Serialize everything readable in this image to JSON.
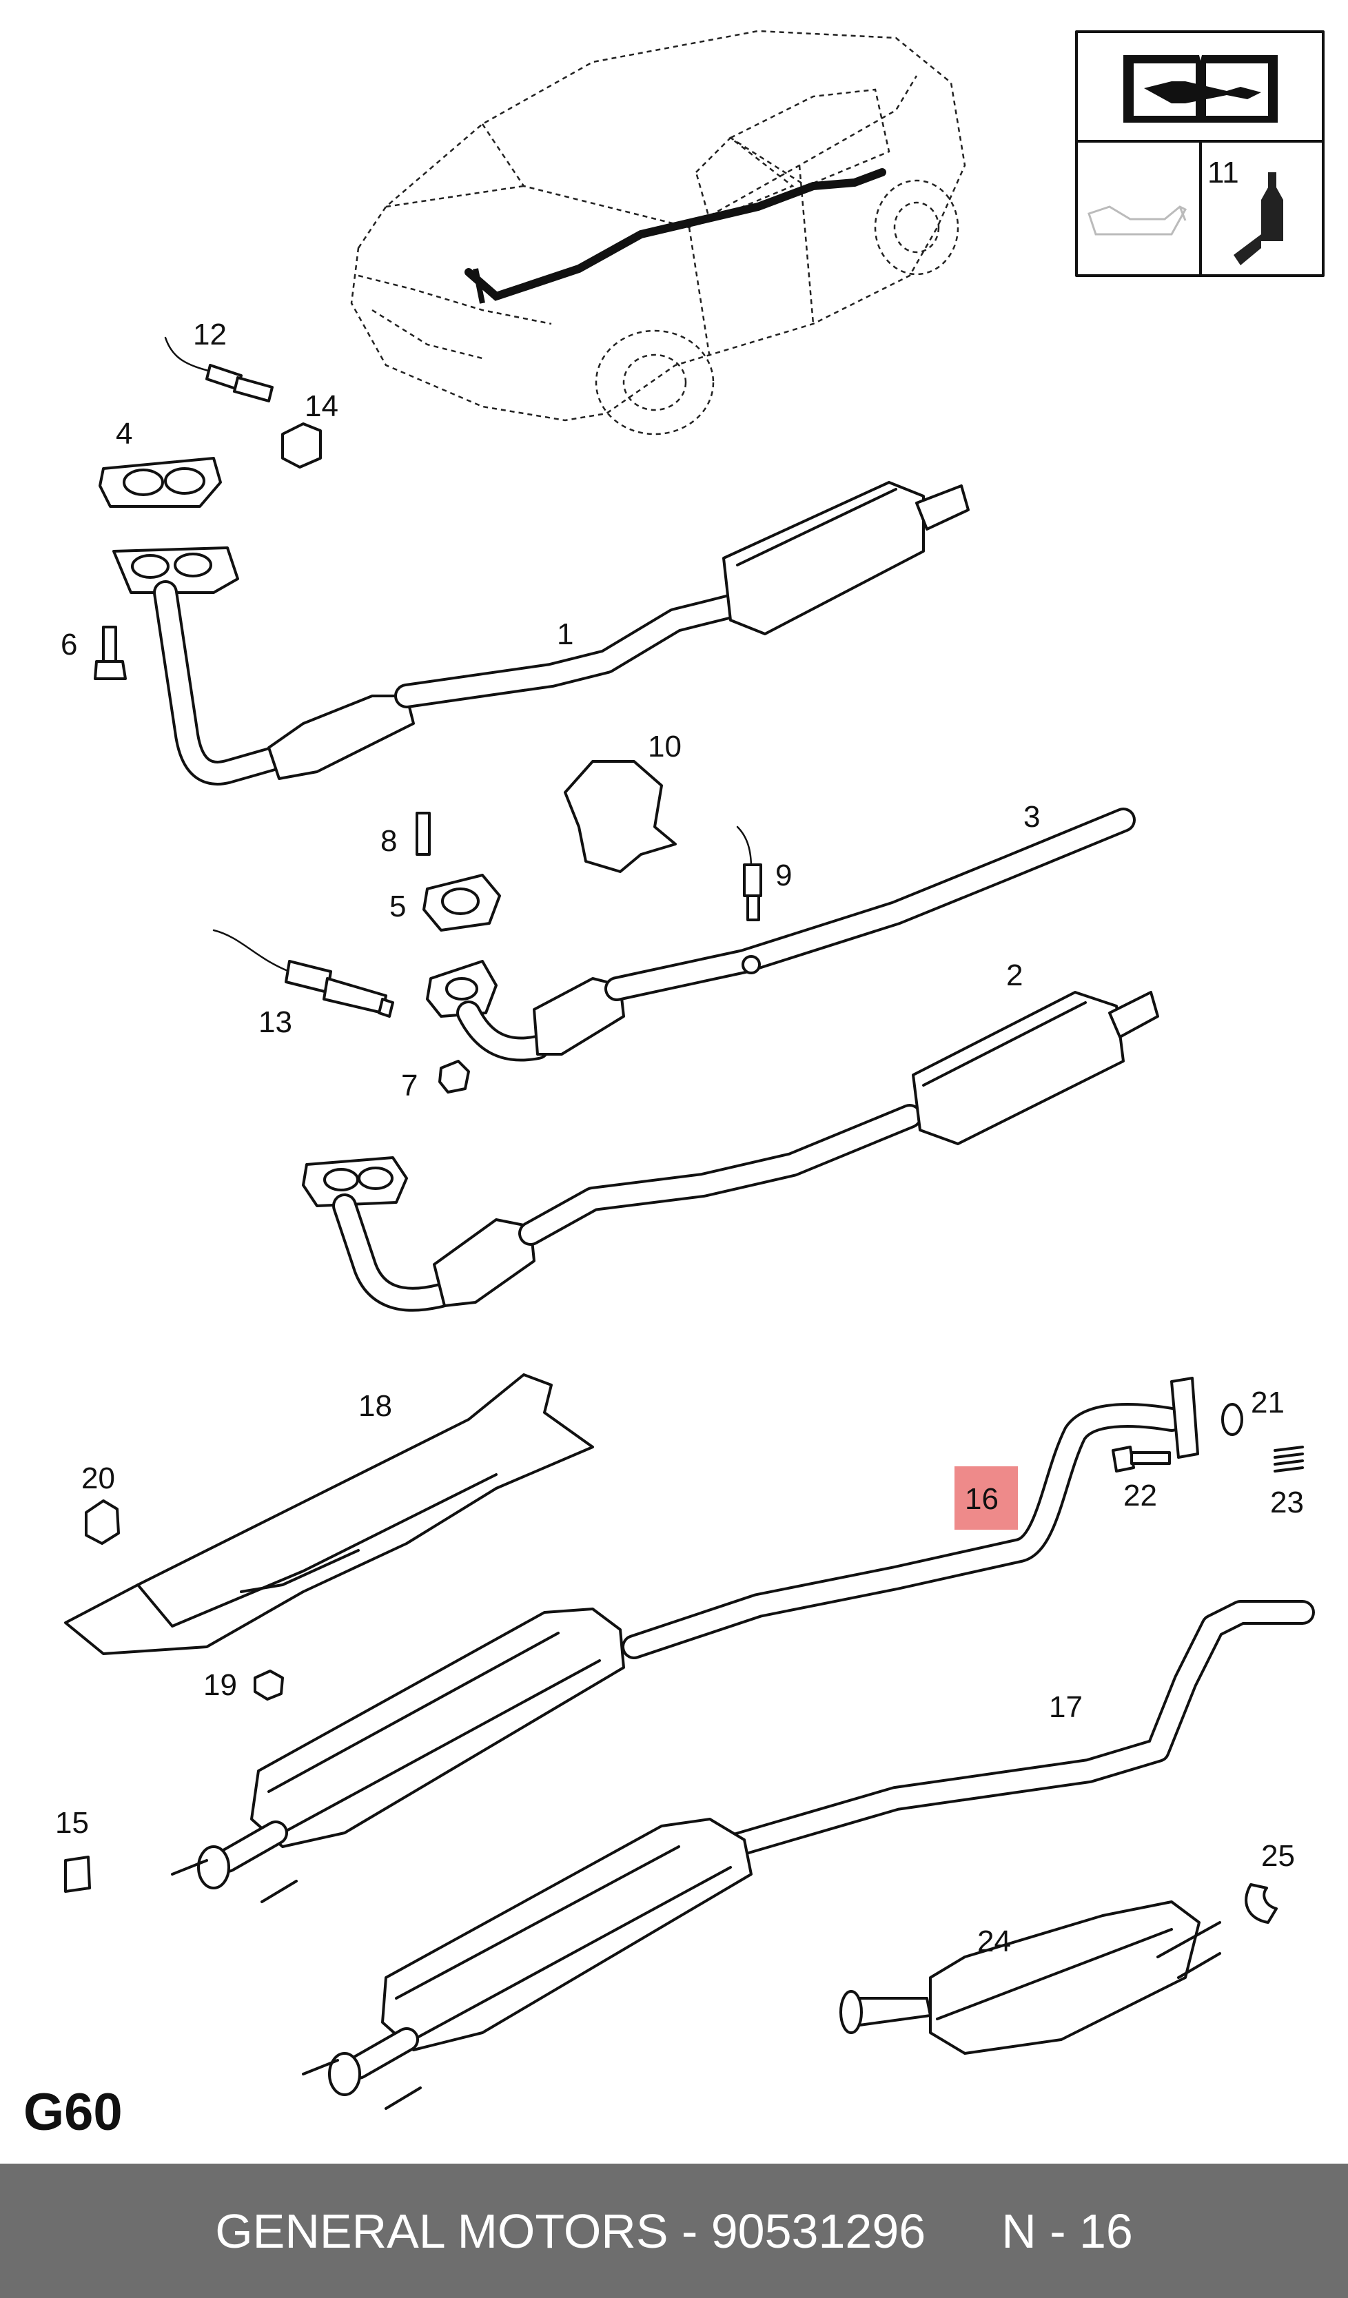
{
  "callouts": {
    "c1": "1",
    "c2": "2",
    "c3": "3",
    "c4": "4",
    "c5": "5",
    "c6": "6",
    "c7": "7",
    "c8": "8",
    "c9": "9",
    "c10": "10",
    "c11": "11",
    "c12": "12",
    "c13": "13",
    "c14": "14",
    "c15": "15",
    "c16": "16",
    "c17": "17",
    "c18": "18",
    "c19": "19",
    "c20": "20",
    "c21": "21",
    "c22": "22",
    "c23": "23",
    "c24": "24",
    "c25": "25"
  },
  "highlighted_callout": "16",
  "highlight_color": "#ee8a8a",
  "diagram_code": "G60",
  "footer": {
    "brand_part": "GENERAL MOTORS - 90531296",
    "position": "N - 16"
  },
  "colors": {
    "footer_background": "#6e6e6e",
    "footer_text": "#ffffff"
  },
  "icons": [
    "repair-manual-icon",
    "oil-can-icon",
    "sealant-tube-icon"
  ]
}
